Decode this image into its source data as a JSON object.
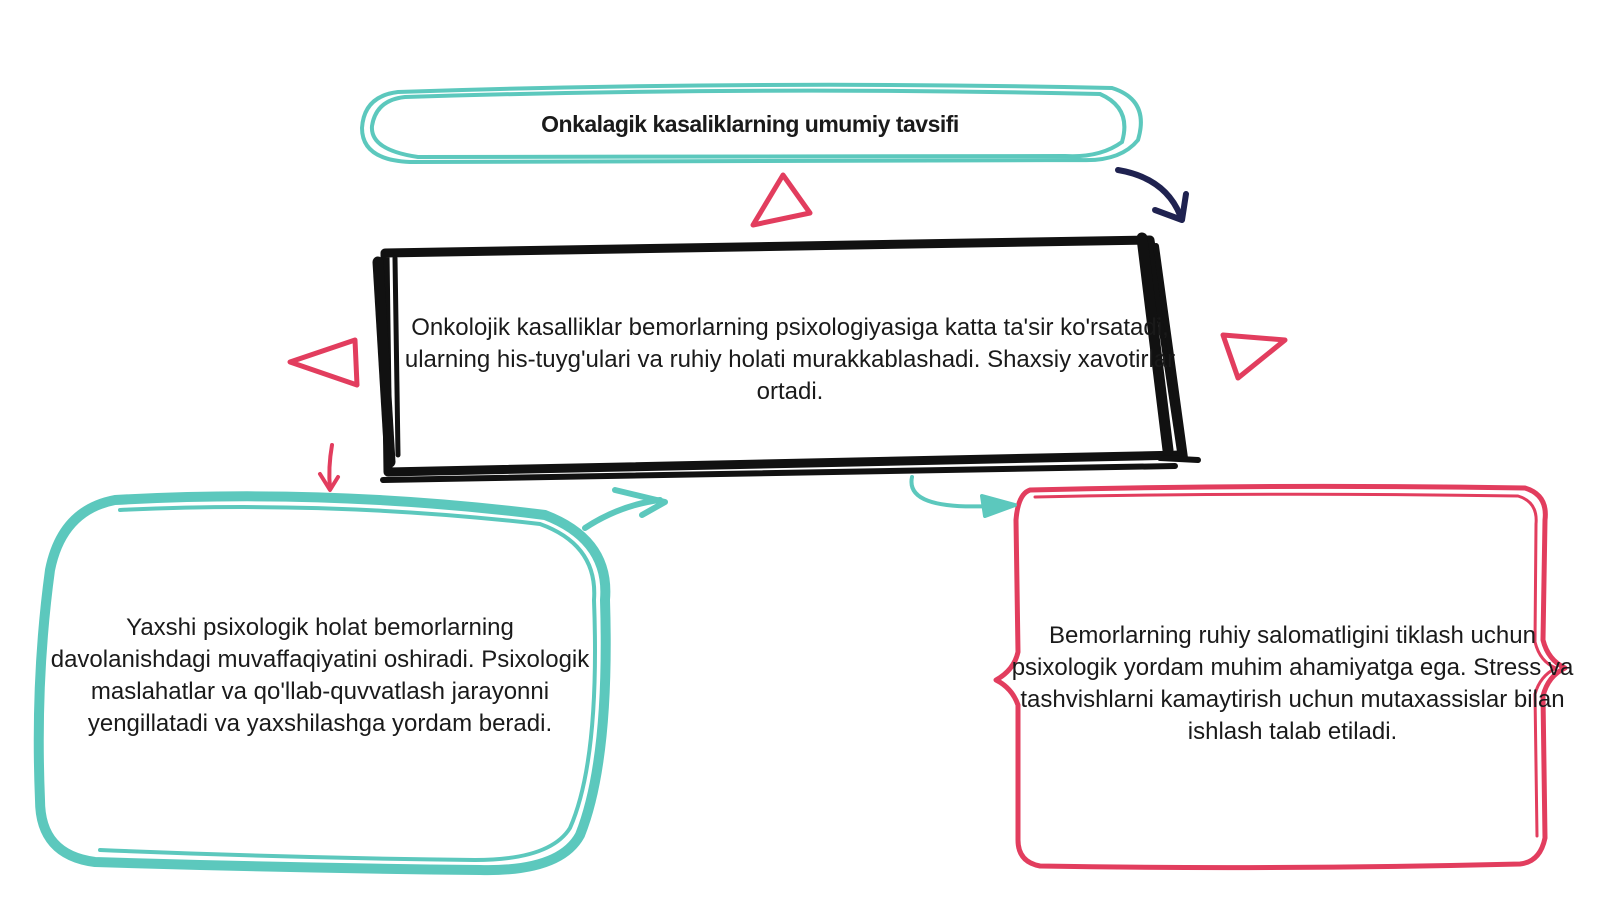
{
  "title_box": {
    "text": "Onkalagik kasaliklarning umumiy tavsifi"
  },
  "center_box": {
    "text": "Onkolojik kasalliklar bemorlarning psixologiyasiga katta ta'sir ko'rsatadi, ularning his-tuyg'ulari va ruhiy holati murakkablashadi. Shaxsiy xavotirlar ortadi."
  },
  "left_box": {
    "text": "Yaxshi psixologik holat bemorlarning davolanishdagi muvaffaqiyatini oshiradi. Psixologik maslahatlar va qo'llab-quvvatlash jarayonni yengillatadi va yaxshilashga yordam beradi."
  },
  "right_box": {
    "text": "Bemorlarning ruhiy salomatligini tiklash uchun psixologik yordam muhim ahamiyatga ega. Stress va tashvishlarni kamaytirish uchun mutaxassislar bilan ishlash talab etiladi."
  },
  "colors": {
    "teal": "#5cc8bd",
    "black": "#111111",
    "red": "#e23d5e",
    "navy": "#1f2250"
  }
}
